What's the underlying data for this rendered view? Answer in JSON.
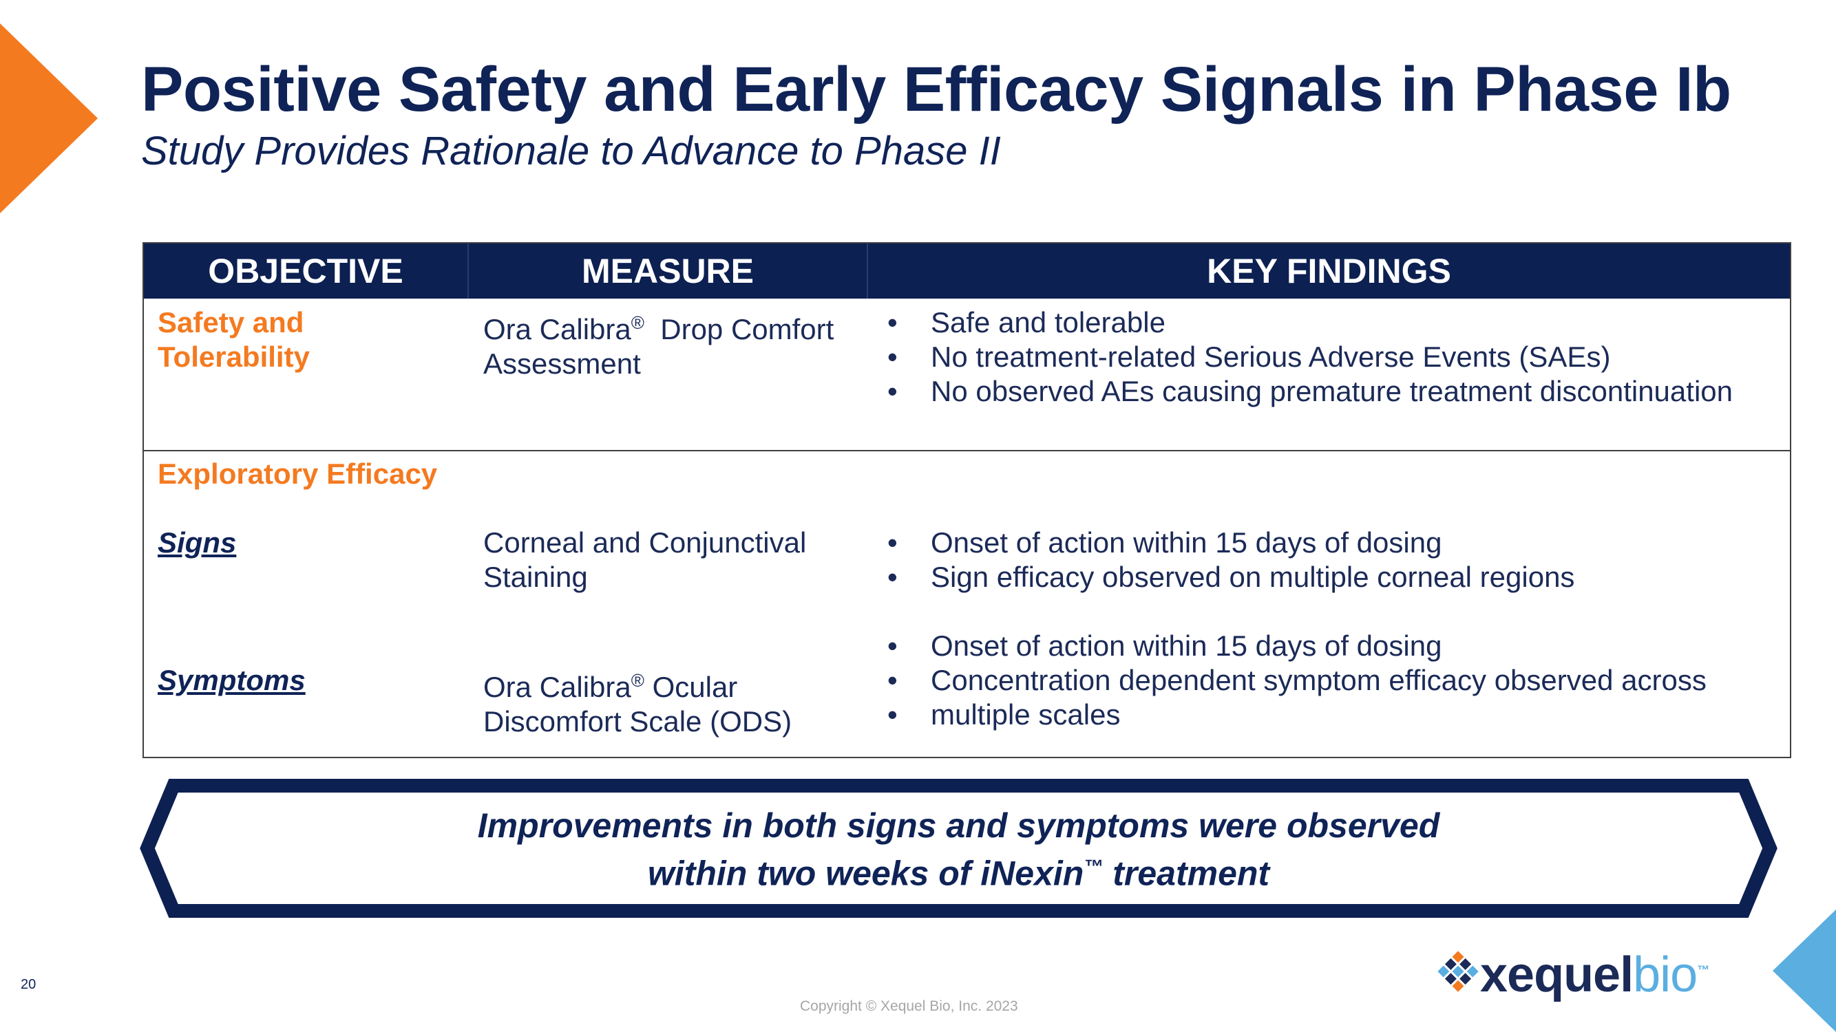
{
  "slide": {
    "title": "Positive Safety and Early Efficacy Signals in Phase Ib",
    "subtitle": "Study Provides Rationale to Advance to Phase II",
    "page_number": "20",
    "copyright": "Copyright © Xequel Bio, Inc. 2023"
  },
  "table": {
    "headers": [
      "OBJECTIVE",
      "MEASURE",
      "KEY FINDINGS"
    ],
    "row1": {
      "objective_line1": "Safety and",
      "objective_line2": "Tolerability",
      "measure_line1_pre": "Ora Calibra",
      "measure_line1_sup": "®",
      "measure_line1_post": "  Drop Comfort",
      "measure_line2": "Assessment",
      "findings": [
        "Safe and tolerable",
        "No treatment-related Serious Adverse Events (SAEs)",
        "No observed AEs causing premature treatment discontinuation"
      ]
    },
    "row2": {
      "section_label": "Exploratory Efficacy",
      "signs": {
        "label": "Signs",
        "measure_line1": "Corneal and Conjunctival",
        "measure_line2": "Staining",
        "findings": [
          "Onset of action within 15 days of dosing",
          "Sign efficacy observed on multiple corneal regions"
        ]
      },
      "symptoms": {
        "label": "Symptoms",
        "measure_line1_pre": "Ora Calibra",
        "measure_line1_sup": "®",
        "measure_line1_post": " Ocular",
        "measure_line2": "Discomfort Scale (ODS)",
        "findings": [
          "Onset of action within 15 days of dosing",
          "Concentration dependent symptom efficacy observed across",
          "multiple scales"
        ]
      }
    }
  },
  "banner": {
    "line1": "Improvements in both signs and symptoms were observed",
    "line2_pre": "within two weeks of iNexin",
    "line2_sup": "™",
    "line2_post": " treatment"
  },
  "logo": {
    "text_dark": "xequel",
    "text_light": "bio",
    "trademark": "™"
  },
  "colors": {
    "navy": "#0f2357",
    "header_bg": "#0d2052",
    "orange": "#f47a20",
    "light_blue": "#5aaee0"
  }
}
